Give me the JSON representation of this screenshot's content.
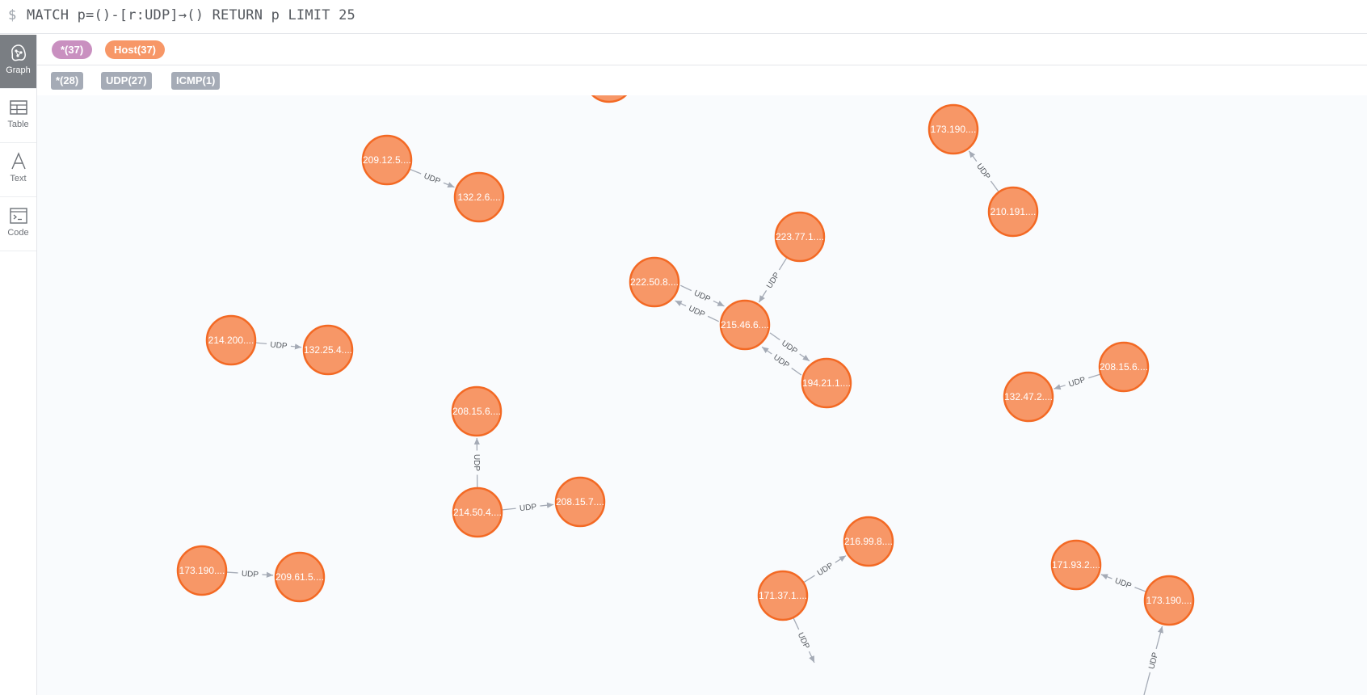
{
  "query": {
    "prompt": "$",
    "text": "MATCH p=()-[r:UDP]→() RETURN p LIMIT 25"
  },
  "sidebar": {
    "items": [
      {
        "label": "Graph",
        "icon": "graph-icon",
        "active": true
      },
      {
        "label": "Table",
        "icon": "table-icon",
        "active": false
      },
      {
        "label": "Text",
        "icon": "text-icon",
        "active": false
      },
      {
        "label": "Code",
        "icon": "code-icon",
        "active": false
      }
    ]
  },
  "node_labels": {
    "all": {
      "label": "*(37)",
      "color": "#c990c0"
    },
    "host": {
      "label": "Host(37)",
      "color": "#f79767"
    }
  },
  "relationship_types": {
    "all": {
      "label": "*(28)"
    },
    "udp": {
      "label": "UDP(27)"
    },
    "icmp": {
      "label": "ICMP(1)"
    }
  },
  "graph": {
    "edge_label": "UDP",
    "nodes": [
      {
        "id": "n0",
        "caption": ""
      },
      {
        "id": "n1",
        "caption": "209.12.5...."
      },
      {
        "id": "n2",
        "caption": "132.2.6...."
      },
      {
        "id": "n3",
        "caption": "173.190...."
      },
      {
        "id": "n4",
        "caption": "210.191...."
      },
      {
        "id": "n5",
        "caption": "223.77.1...."
      },
      {
        "id": "n6",
        "caption": "222.50.8...."
      },
      {
        "id": "n7",
        "caption": "215.46.6...."
      },
      {
        "id": "n8",
        "caption": "194.21.1...."
      },
      {
        "id": "n9",
        "caption": "214.200...."
      },
      {
        "id": "n10",
        "caption": "132.25.4...."
      },
      {
        "id": "n11",
        "caption": "208.15.6...."
      },
      {
        "id": "n12",
        "caption": "132.47.2...."
      },
      {
        "id": "n13",
        "caption": "208.15.6...."
      },
      {
        "id": "n14",
        "caption": "214.50.4...."
      },
      {
        "id": "n15",
        "caption": "208.15.7...."
      },
      {
        "id": "n16",
        "caption": "173.190...."
      },
      {
        "id": "n17",
        "caption": "209.61.5...."
      },
      {
        "id": "n18",
        "caption": "216.99.8...."
      },
      {
        "id": "n19",
        "caption": "171.37.1...."
      },
      {
        "id": "n20",
        "caption": "171.93.2...."
      },
      {
        "id": "n21",
        "caption": "173.190...."
      }
    ],
    "edges": [
      {
        "from": "n1",
        "to": "n2"
      },
      {
        "from": "n4",
        "to": "n3"
      },
      {
        "from": "n5",
        "to": "n7"
      },
      {
        "from": "n7",
        "to": "n6"
      },
      {
        "from": "n6",
        "to": "n7"
      },
      {
        "from": "n8",
        "to": "n7"
      },
      {
        "from": "n7",
        "to": "n8"
      },
      {
        "from": "n9",
        "to": "n10"
      },
      {
        "from": "n11",
        "to": "n12"
      },
      {
        "from": "n14",
        "to": "n13"
      },
      {
        "from": "n14",
        "to": "n15"
      },
      {
        "from": "n16",
        "to": "n17"
      },
      {
        "from": "n19",
        "to": "n18"
      },
      {
        "from": "n21",
        "to": "n20"
      },
      {
        "from": "n19",
        "to": "off1"
      },
      {
        "from": "off2",
        "to": "n21"
      }
    ]
  }
}
